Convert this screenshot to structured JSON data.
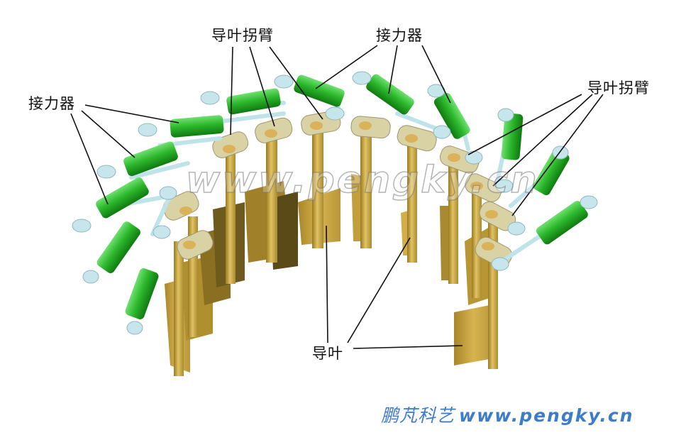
{
  "diagram": {
    "subject": "guide vane servo mechanism",
    "labels": {
      "servomotor_left": "接力器",
      "guide_vane_arm_top": "导叶拐臂",
      "servomotor_top": "接力器",
      "guide_vane_arm_right": "导叶拐臂",
      "guide_vane": "导叶"
    },
    "watermark": "www.pengky.cn",
    "credit": {
      "brand": "鹏芃科艺",
      "url": "www.pengky.cn"
    },
    "colors": {
      "servomotor": "#2fb52f",
      "servomotor_dark": "#128a12",
      "rod": "#bfe3ea",
      "arm": "#d9d3a6",
      "vane": "#cfa840",
      "vane_dark": "#7a6420",
      "credit": "#3d7cc9"
    }
  }
}
